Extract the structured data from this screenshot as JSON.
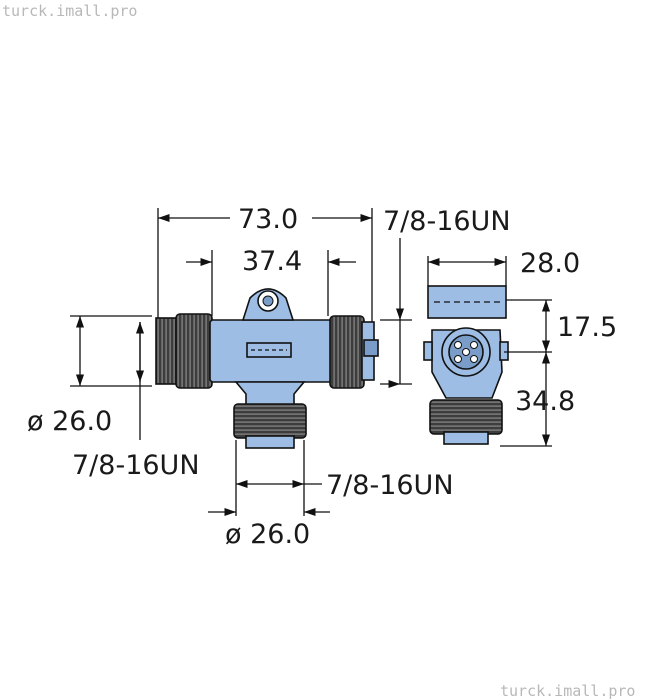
{
  "watermark": {
    "top": "turck.imall.pro",
    "bottom": "turck.imall.pro"
  },
  "dimensions": {
    "overall_length": "73.0",
    "center_to_face": "37.4",
    "thread_top_right": "7/8-16UN",
    "width_side": "28.0",
    "height_upper": "17.5",
    "height_lower": "34.8",
    "diameter_left": "ø 26.0",
    "thread_left": "7/8-16UN",
    "thread_bottom": "7/8-16UN",
    "diameter_bottom": "ø 26.0"
  },
  "colors": {
    "body": "#9dbde4",
    "body_shadow": "#7a9cc8",
    "nut": "#3d3d3d",
    "nut_ribs": "#8a8a8a",
    "line": "#111111"
  }
}
